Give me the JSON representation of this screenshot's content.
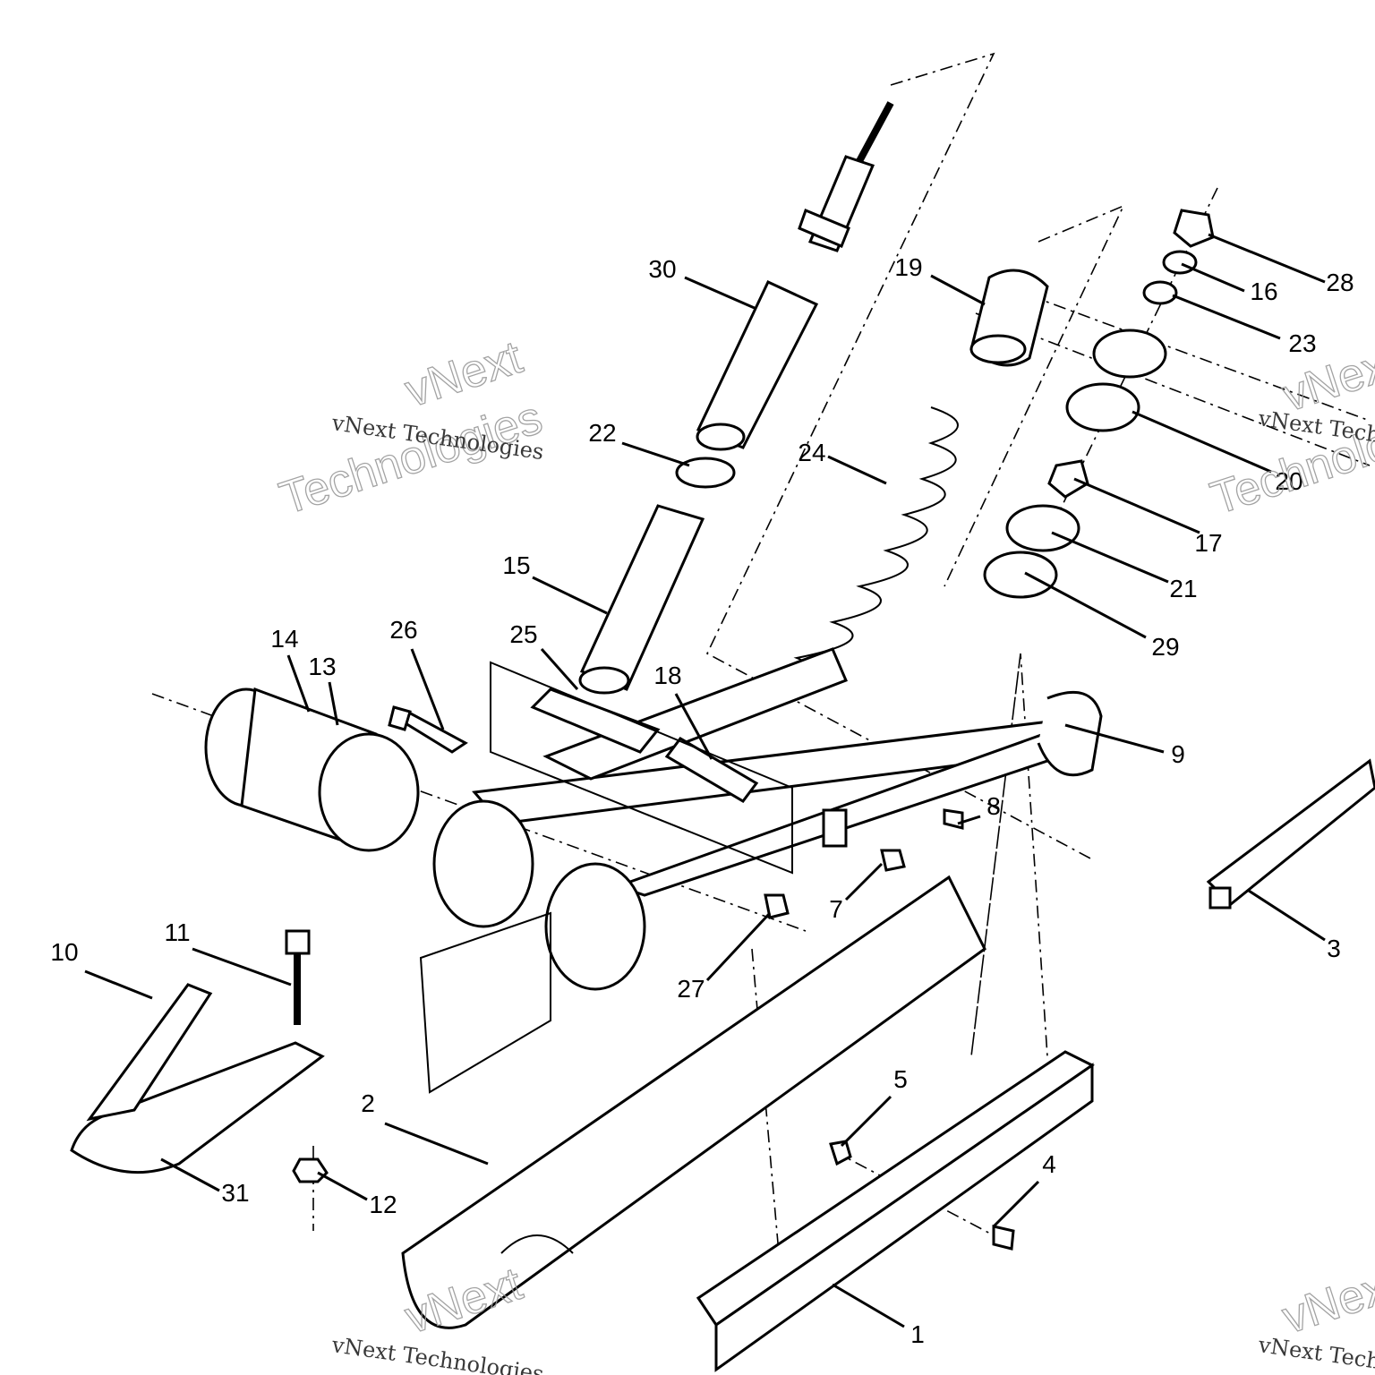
{
  "diagram": {
    "type": "exploded-parts-diagram",
    "callouts": [
      "30",
      "19",
      "28",
      "16",
      "23",
      "20",
      "17",
      "21",
      "29",
      "24",
      "22",
      "15",
      "25",
      "26",
      "14",
      "13",
      "18",
      "9",
      "8",
      "7",
      "27",
      "3",
      "10",
      "11",
      "2",
      "5",
      "31",
      "12",
      "4",
      "1"
    ]
  },
  "watermark": {
    "line1": "vNext",
    "line2": "Technologies",
    "full": "vNext Technologies"
  }
}
